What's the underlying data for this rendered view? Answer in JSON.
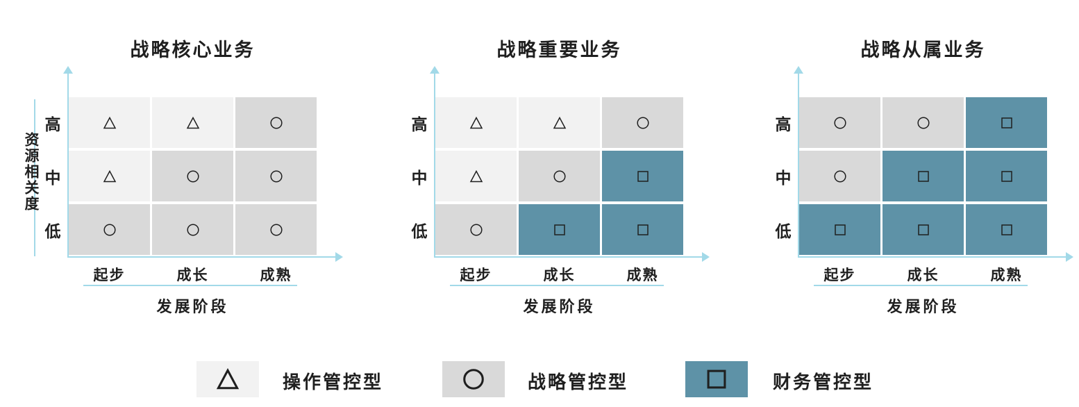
{
  "colors": {
    "light": "#f2f2f2",
    "medium": "#d9d9d9",
    "teal": "#5e92a7",
    "axis": "#a2d9e8",
    "ink": "#1f1f1f"
  },
  "axes": {
    "y_title": "资源相关度",
    "x_title": "发展阶段",
    "rows": [
      "高",
      "中",
      "低"
    ],
    "cols": [
      "起步",
      "成长",
      "成熟"
    ]
  },
  "charts": [
    {
      "title": "战略核心业务",
      "cells": [
        [
          {
            "symbol": "triangle",
            "bg": "light"
          },
          {
            "symbol": "triangle",
            "bg": "light"
          },
          {
            "symbol": "circle",
            "bg": "medium"
          }
        ],
        [
          {
            "symbol": "triangle",
            "bg": "light"
          },
          {
            "symbol": "circle",
            "bg": "medium"
          },
          {
            "symbol": "circle",
            "bg": "medium"
          }
        ],
        [
          {
            "symbol": "circle",
            "bg": "medium"
          },
          {
            "symbol": "circle",
            "bg": "medium"
          },
          {
            "symbol": "circle",
            "bg": "medium"
          }
        ]
      ]
    },
    {
      "title": "战略重要业务",
      "cells": [
        [
          {
            "symbol": "triangle",
            "bg": "light"
          },
          {
            "symbol": "triangle",
            "bg": "light"
          },
          {
            "symbol": "circle",
            "bg": "medium"
          }
        ],
        [
          {
            "symbol": "triangle",
            "bg": "light"
          },
          {
            "symbol": "circle",
            "bg": "medium"
          },
          {
            "symbol": "square",
            "bg": "teal"
          }
        ],
        [
          {
            "symbol": "circle",
            "bg": "medium"
          },
          {
            "symbol": "square",
            "bg": "teal"
          },
          {
            "symbol": "square",
            "bg": "teal"
          }
        ]
      ]
    },
    {
      "title": "战略从属业务",
      "cells": [
        [
          {
            "symbol": "circle",
            "bg": "medium"
          },
          {
            "symbol": "circle",
            "bg": "medium"
          },
          {
            "symbol": "square",
            "bg": "teal"
          }
        ],
        [
          {
            "symbol": "circle",
            "bg": "medium"
          },
          {
            "symbol": "square",
            "bg": "teal"
          },
          {
            "symbol": "square",
            "bg": "teal"
          }
        ],
        [
          {
            "symbol": "square",
            "bg": "teal"
          },
          {
            "symbol": "square",
            "bg": "teal"
          },
          {
            "symbol": "square",
            "bg": "teal"
          }
        ]
      ]
    }
  ],
  "legend": [
    {
      "symbol": "triangle",
      "box": "light",
      "label": "操作管控型"
    },
    {
      "symbol": "circle",
      "box": "medium",
      "label": "战略管控型"
    },
    {
      "symbol": "square",
      "box": "teal",
      "label": "财务管控型"
    }
  ]
}
